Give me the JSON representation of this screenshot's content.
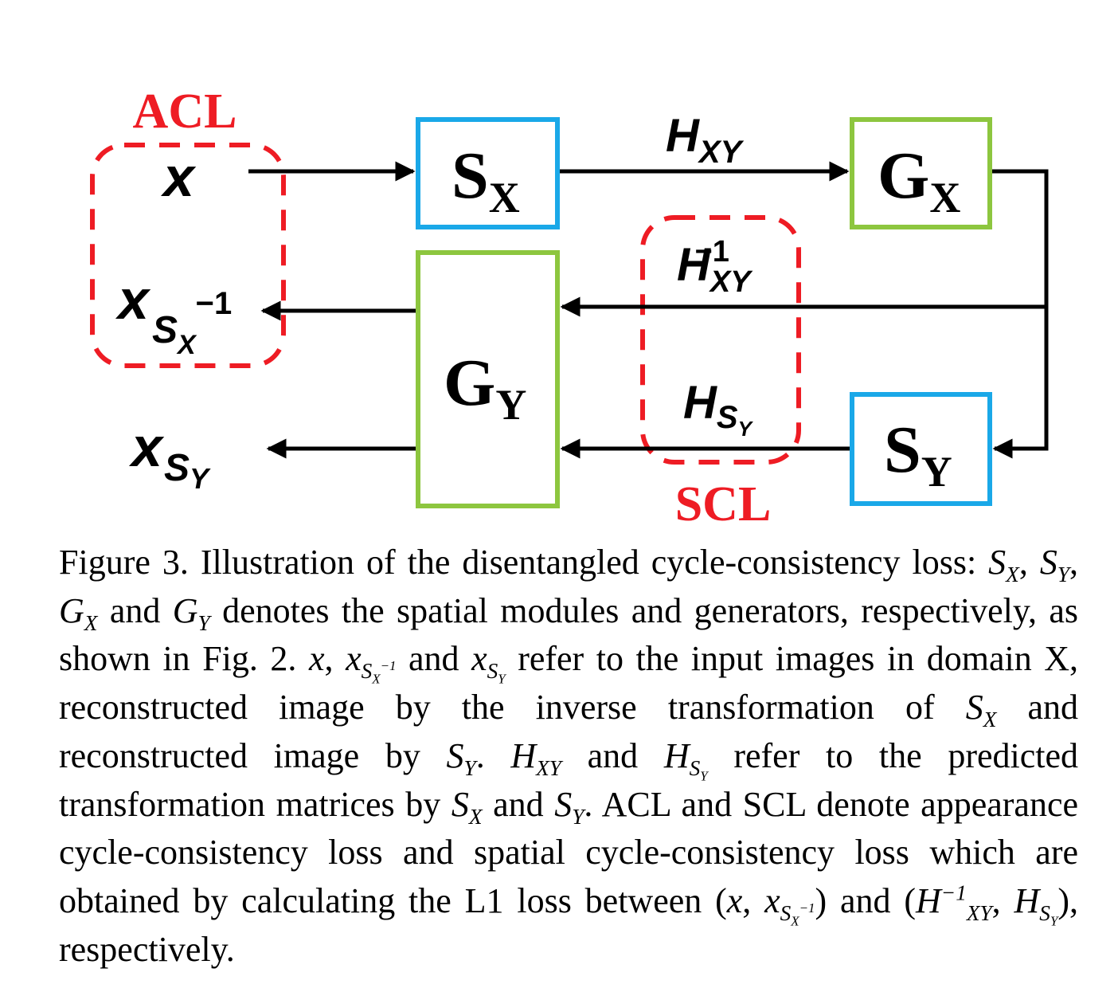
{
  "diagram": {
    "colors": {
      "spatial_module": "#1aa8e8",
      "generator": "#8dc63f",
      "loss_group": "#ee1c24",
      "arrow": "#000000"
    },
    "group_labels": {
      "acl": "ACL",
      "scl": "SCL"
    },
    "inputs": {
      "x": "x",
      "x_inv_base": "x",
      "x_inv_sub": "S",
      "x_inv_subsub": "X",
      "x_inv_sup": "−1",
      "x_sy_base": "x",
      "x_sy_sub": "S",
      "x_sy_subsub": "Y"
    },
    "blocks": {
      "sx": {
        "letter": "S",
        "sub": "X"
      },
      "gx": {
        "letter": "G",
        "sub": "X"
      },
      "gy": {
        "letter": "G",
        "sub": "Y"
      },
      "sy": {
        "letter": "S",
        "sub": "Y"
      }
    },
    "edges": {
      "hxy": {
        "base": "H",
        "sub": "XY"
      },
      "hxy_inv": {
        "base": "H",
        "sub": "XY",
        "sup": "−1"
      },
      "hsy": {
        "base": "H",
        "sub": "S",
        "subsub": "Y"
      }
    }
  },
  "caption": {
    "label": "Figure 3.",
    "p1": "Illustration of the disentangled cycle-consistency loss:",
    "sx": "S",
    "sx_sub": "X",
    "sy": "S",
    "sy_sub": "Y",
    "gx": "G",
    "gx_sub": "X",
    "and1": "and",
    "gy": "G",
    "gy_sub": "Y",
    "p2": "denotes the spatial modules and generators, respectively, as shown in Fig. 2.",
    "x": "x",
    "xinv": "x",
    "xinv_sub": "S",
    "xinv_subsub": "X",
    "xinv_sup": "−1",
    "and2": "and",
    "xsy": "x",
    "xsy_sub": "S",
    "xsy_subsub": "Y",
    "p3": "refer to the input images in domain X, reconstructed image by the inverse transformation of",
    "sx2": "S",
    "sx2_sub": "X",
    "p4": "and reconstructed image by",
    "sy2": "S",
    "sy2_sub": "Y",
    "hxy": "H",
    "hxy_sub": "XY",
    "and3": "and",
    "hsy": "H",
    "hsy_sub": "S",
    "hsy_subsub": "Y",
    "p5": "refer to the predicted transformation matrices by",
    "sx3": "S",
    "sx3_sub": "X",
    "and4": "and",
    "sy3": "S",
    "sy3_sub": "Y",
    "p6": "ACL and SCL denote appearance cycle-consistency loss and spatial cycle-consistency loss which are obtained by calculating the L1 loss between (",
    "px": "x",
    "pxinv": "x",
    "pxinv_sub": "S",
    "pxinv_subsub": "X",
    "pxinv_sup": "−1",
    "p7": ") and (",
    "ph": "H",
    "ph_sub": "XY",
    "ph_sup": "−1",
    "phs": "H",
    "phs_sub": "S",
    "phs_subsub": "Y",
    "p8": "), respectively."
  }
}
